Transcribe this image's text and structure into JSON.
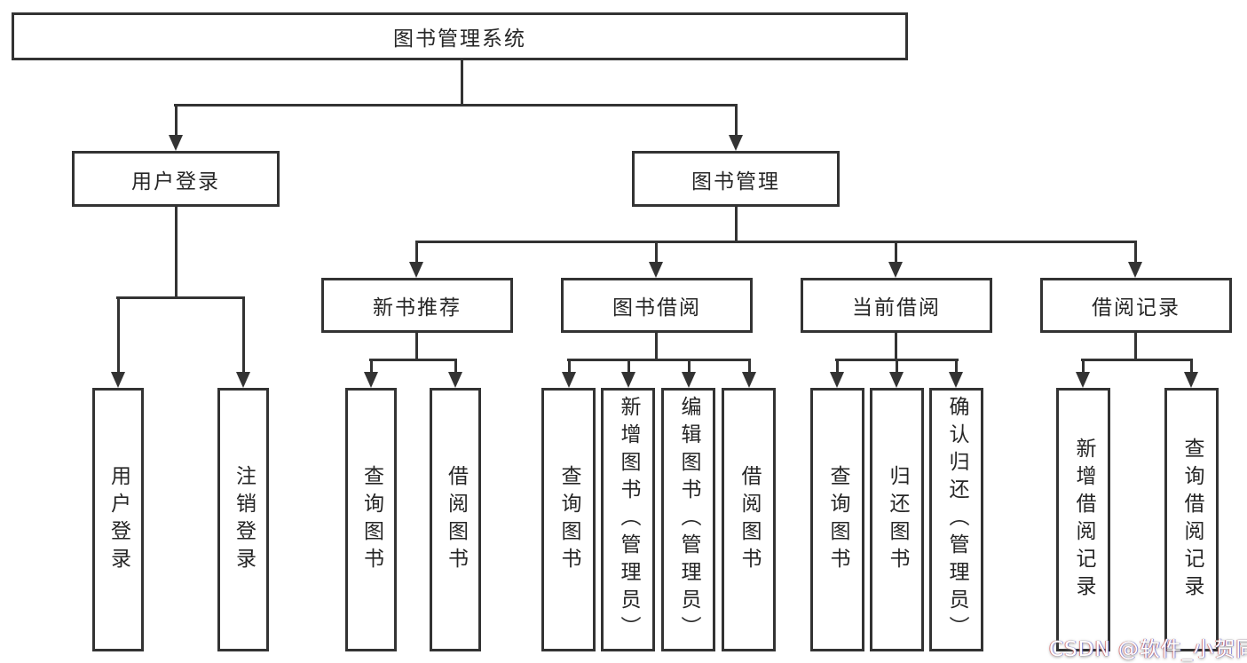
{
  "diagram": {
    "tree": {
      "label": "图书管理系统",
      "children": [
        {
          "label": "用户登录",
          "children": [
            {
              "label": "用户登录"
            },
            {
              "label": "注销登录"
            }
          ]
        },
        {
          "label": "图书管理",
          "children": [
            {
              "label": "新书推荐",
              "children": [
                {
                  "label": "查询图书"
                },
                {
                  "label": "借阅图书"
                }
              ]
            },
            {
              "label": "图书借阅",
              "children": [
                {
                  "label": "查询图书"
                },
                {
                  "label": "新增图书（管理员）"
                },
                {
                  "label": "编辑图书（管理员）"
                },
                {
                  "label": "借阅图书"
                }
              ]
            },
            {
              "label": "当前借阅",
              "children": [
                {
                  "label": "查询图书"
                },
                {
                  "label": "归还图书"
                },
                {
                  "label": "确认归还（管理员）"
                }
              ]
            },
            {
              "label": "借阅记录",
              "children": [
                {
                  "label": "新增借阅记录"
                },
                {
                  "label": "查询借阅记录"
                }
              ]
            }
          ]
        }
      ]
    },
    "colors": {
      "line": "#333333",
      "box_border": "#333333",
      "box_fill": "#ffffff",
      "text": "#262626",
      "background": "#ffffff"
    }
  },
  "watermark": {
    "text": "CSDN @软件_小贺同学",
    "color": "#ffffff"
  }
}
